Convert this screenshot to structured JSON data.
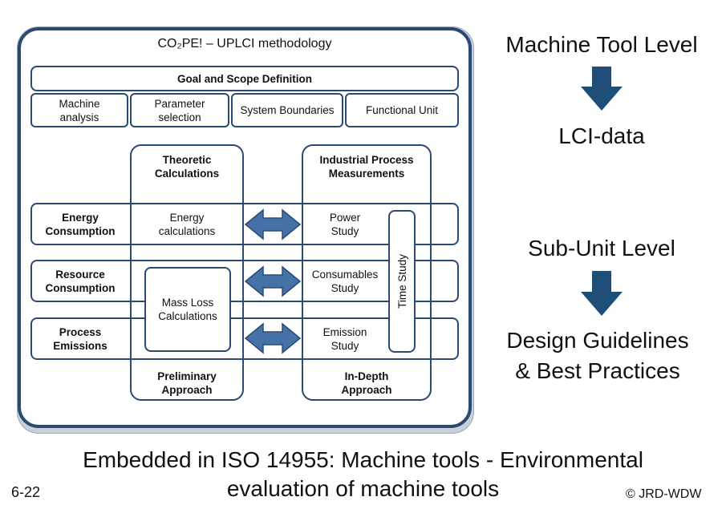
{
  "diagram": {
    "title": "CO₂PE! – UPLCI methodology",
    "goal_scope": "Goal and Scope Definition",
    "scope_items": [
      "Machine\nanalysis",
      "Parameter\nselection",
      "System Boundaries",
      "Functional Unit"
    ],
    "left_column": {
      "header": "Theoretic\nCalculations",
      "footer": "Preliminary\nApproach"
    },
    "right_column": {
      "header": "Industrial Process\nMeasurements",
      "footer": "In-Depth\nApproach"
    },
    "rows": [
      {
        "label": "Energy\nConsumption",
        "left": "Energy\ncalculations",
        "right": "Power\nStudy"
      },
      {
        "label": "Resource\nConsumption",
        "left": "",
        "right": "Consumables\nStudy"
      },
      {
        "label": "Process\nEmissions",
        "left": "",
        "right": "Emission\nStudy"
      }
    ],
    "mass_loss": "Mass Loss\nCalculations",
    "time_study": "Time Study"
  },
  "levels": {
    "machine_tool": "Machine Tool Level",
    "lci_data": "LCI-data",
    "sub_unit": "Sub-Unit Level",
    "design": "Design Guidelines\n& Best Practices"
  },
  "footer": {
    "caption": "Embedded in ISO 14955: Machine tools - Environmental\nevaluation of machine tools",
    "slide_number": "6-22",
    "copyright": "© JRD-WDW"
  },
  "colors": {
    "outline": "#2b4a72",
    "arrow": "#4472a8",
    "level_arrow": "#1f4e79"
  }
}
